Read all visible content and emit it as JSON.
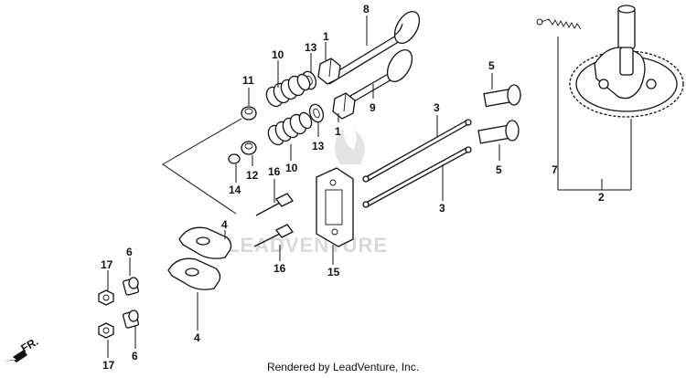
{
  "callouts": {
    "c8": "8",
    "c1a": "1",
    "c13a": "13",
    "c10a": "10",
    "c11": "11",
    "c9": "9",
    "c1b": "1",
    "c13b": "13",
    "c10b": "10",
    "c12": "12",
    "c14": "14",
    "c3a": "3",
    "c3b": "3",
    "c5a": "5",
    "c5b": "5",
    "c7": "7",
    "c2": "2",
    "c16a": "16",
    "c16b": "16",
    "c15": "15",
    "c4a": "4",
    "c4b": "4",
    "c6a": "6",
    "c6b": "6",
    "c17a": "17",
    "c17b": "17"
  },
  "direction": {
    "label": "FR."
  },
  "watermark": {
    "text": "LEADVENTURE"
  },
  "footer": {
    "text": "Rendered by LeadVenture, Inc."
  }
}
